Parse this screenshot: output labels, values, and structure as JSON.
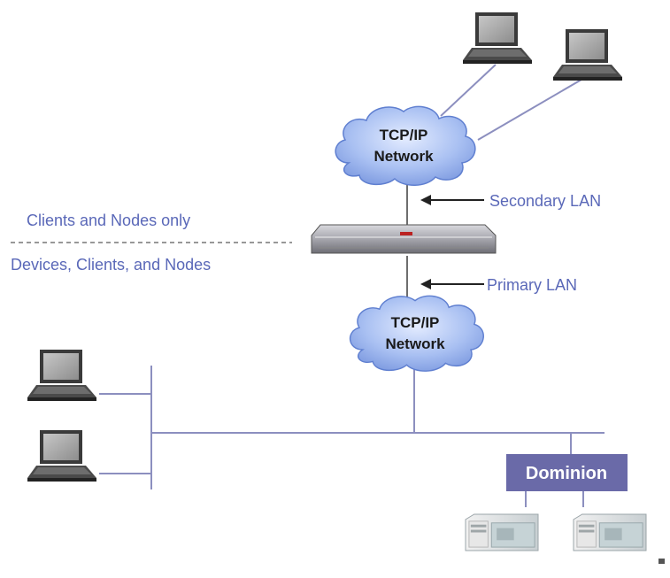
{
  "labels": {
    "secondary_lan": "Secondary LAN",
    "primary_lan": "Primary LAN",
    "clients_nodes": "Clients and Nodes only",
    "devices_clients_nodes": "Devices, Clients, and Nodes"
  },
  "clouds": {
    "top": {
      "line1": "TCP/IP",
      "line2": "Network"
    },
    "bottom": {
      "line1": "TCP/IP",
      "line2": "Network"
    }
  },
  "dominion": {
    "label": "Dominion"
  },
  "colors": {
    "accent_text": "#5a68b8",
    "cloud_fill": "#9db7ee",
    "dominion_box": "#6a6aa8",
    "wires": "#8c8fbf"
  }
}
